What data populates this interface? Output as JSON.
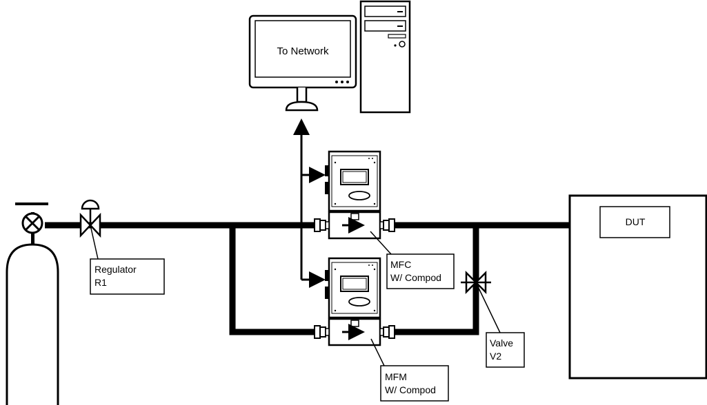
{
  "monitor": {
    "screen_text": "To Network",
    "icon": "monitor-icon"
  },
  "computer": {
    "icon": "desktop-tower-icon"
  },
  "gas_cylinder": {
    "icon": "gas-cylinder-icon"
  },
  "regulator": {
    "icon": "pressure-regulator-icon",
    "label_line1": "Regulator",
    "label_line2": "R1"
  },
  "mfc": {
    "icon": "mass-flow-controller-icon",
    "label_line1": "MFC",
    "label_line2": "W/ Compod"
  },
  "mfm": {
    "icon": "mass-flow-meter-icon",
    "label_line1": "MFM",
    "label_line2": "W/ Compod"
  },
  "valve": {
    "icon": "valve-icon",
    "label_line1": "Valve",
    "label_line2": "V2"
  },
  "dut": {
    "label": "DUT"
  },
  "colors": {
    "line": "#000000",
    "background": "#ffffff"
  }
}
